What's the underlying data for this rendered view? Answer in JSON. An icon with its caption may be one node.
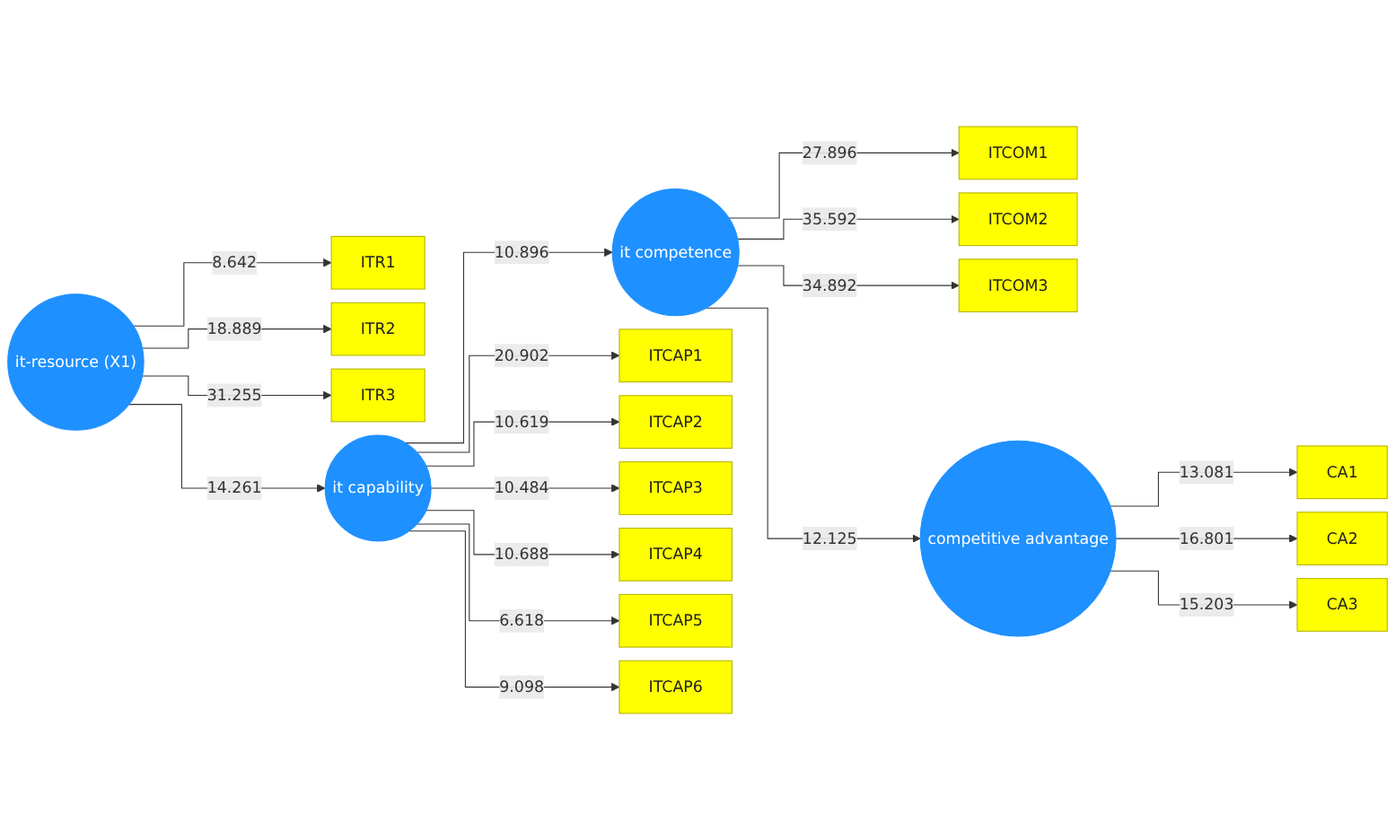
{
  "diagram": {
    "nodes": [
      {
        "text": [
          "ITR1"
        ]
      },
      {
        "text": [
          "ITR2"
        ]
      },
      {
        "text": [
          "ITR3"
        ]
      },
      {
        "text": [
          "it-resource (X1)"
        ]
      },
      {
        "text": [
          "it competence"
        ]
      },
      {
        "text": [
          "ITCOM1"
        ]
      },
      {
        "text": [
          "ITCOM2"
        ]
      },
      {
        "text": [
          "ITCOM3"
        ]
      },
      {
        "text": [
          "ITCAP1"
        ]
      },
      {
        "text": [
          "ITCAP2"
        ]
      },
      {
        "text": [
          "ITCAP3"
        ]
      },
      {
        "text": [
          "ITCAP4"
        ]
      },
      {
        "text": [
          "ITCAP5"
        ]
      },
      {
        "text": [
          "ITCAP6"
        ]
      },
      {
        "text": [
          "it capability"
        ]
      },
      {
        "text": [
          "competitive advantage"
        ]
      },
      {
        "text": [
          "CA1"
        ]
      },
      {
        "text": [
          "CA2"
        ]
      },
      {
        "text": [
          "CA3"
        ]
      }
    ],
    "edges": [
      {
        "from": 3,
        "to": 0,
        "arrow": "to",
        "label": "8.642"
      },
      {
        "from": 3,
        "to": 1,
        "arrow": "to",
        "label": "18.889"
      },
      {
        "from": 3,
        "to": 2,
        "arrow": "to",
        "label": "31.255"
      },
      {
        "from": 3,
        "to": 14,
        "arrow": "to",
        "label": "14.261"
      },
      {
        "from": 14,
        "to": 4,
        "arrow": "to",
        "label": "10.896"
      },
      {
        "from": 4,
        "to": 5,
        "arrow": "to",
        "label": "27.896"
      },
      {
        "from": 4,
        "to": 6,
        "arrow": "to",
        "label": "35.592"
      },
      {
        "from": 4,
        "to": 7,
        "arrow": "to",
        "label": "34.892"
      },
      {
        "from": 4,
        "to": 15,
        "arrow": "to",
        "label": "12.125"
      },
      {
        "from": 14,
        "to": 8,
        "arrow": "to",
        "label": "20.902"
      },
      {
        "from": 14,
        "to": 9,
        "arrow": "to",
        "label": "10.619"
      },
      {
        "from": 14,
        "to": 10,
        "arrow": "to",
        "label": "10.484"
      },
      {
        "from": 14,
        "to": 11,
        "arrow": "to",
        "label": "10.688"
      },
      {
        "from": 14,
        "to": 12,
        "arrow": "to",
        "label": "6.618"
      },
      {
        "from": 14,
        "to": 13,
        "arrow": "to",
        "label": "9.098"
      },
      {
        "from": 15,
        "to": 16,
        "arrow": "to",
        "label": "13.081"
      },
      {
        "from": 15,
        "to": 17,
        "arrow": "to",
        "label": "16.801"
      },
      {
        "from": 15,
        "to": 18,
        "arrow": "to",
        "label": "15.203"
      }
    ]
  }
}
